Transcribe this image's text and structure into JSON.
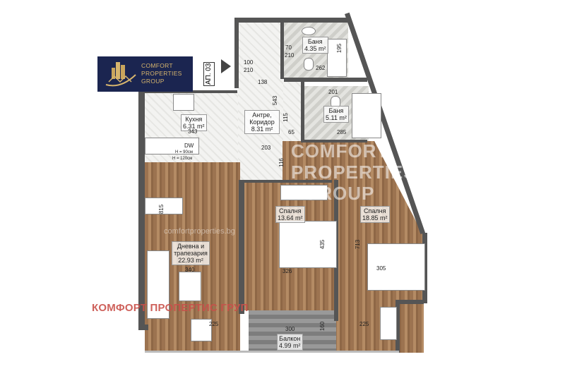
{
  "logo": {
    "line1": "COMFORT",
    "line2": "PROPERTIES",
    "line3": "GROUP"
  },
  "unit_label": "АП. 03",
  "rooms": [
    {
      "name": "Кухня",
      "area": "6.31 m²"
    },
    {
      "name": "Антре, Коридор",
      "area": "8.31 m²"
    },
    {
      "name": "Баня",
      "area": "4.35 m²"
    },
    {
      "name": "Баня",
      "area": "5.11 m²"
    },
    {
      "name": "Дневна и трапезария",
      "area": "22.93 m²"
    },
    {
      "name": "Спалня",
      "area": "13.64 m²"
    },
    {
      "name": "Спалня",
      "area": "18.85 m²"
    },
    {
      "name": "Балкон",
      "area": "4.99 m²"
    }
  ],
  "dimensions": {
    "d138": "138",
    "d543": "543",
    "d203": "203",
    "d343": "343",
    "d100": "100",
    "d210a": "210",
    "d70": "70",
    "d210b": "210",
    "d262": "262",
    "d195": "195",
    "d201": "201",
    "d285": "285",
    "d65": "65",
    "d115": "115",
    "d116": "116",
    "d815": "815",
    "d340": "340",
    "d225a": "225",
    "d326": "326",
    "d435": "435",
    "d305": "305",
    "d713": "713",
    "d300": "300",
    "d160": "160",
    "d225b": "225"
  },
  "kitchen_notes": {
    "dw": "DW",
    "h1": "H = 90см",
    "h2": "H = 120см"
  },
  "watermark": {
    "line1": "COMFORT",
    "line2": "PROPERTIES",
    "line3": "GROUP",
    "url": "comfortproperties.bg"
  },
  "red_watermark": "КОМФОРТ ПРОПЕРТИС ГРУП",
  "colors": {
    "logo_bg": "#1b2550",
    "logo_gold": "#d7b56d",
    "red": "#c9504a"
  }
}
